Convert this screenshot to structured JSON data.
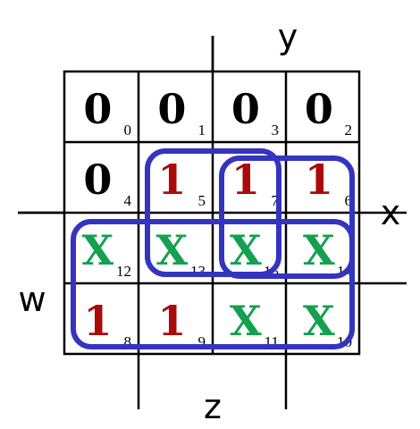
{
  "variables": {
    "top": "y",
    "right": "x",
    "left": "w",
    "bottom": "z"
  },
  "colors": {
    "zero": "#000000",
    "one": "#aa0a0a",
    "dont_care": "#14a050",
    "group": "#3434bf",
    "grid": "#000000"
  },
  "cells": [
    [
      {
        "value": "0",
        "index": "0",
        "kind": "zero"
      },
      {
        "value": "0",
        "index": "1",
        "kind": "zero"
      },
      {
        "value": "0",
        "index": "3",
        "kind": "zero"
      },
      {
        "value": "0",
        "index": "2",
        "kind": "zero"
      }
    ],
    [
      {
        "value": "0",
        "index": "4",
        "kind": "zero"
      },
      {
        "value": "1",
        "index": "5",
        "kind": "one"
      },
      {
        "value": "1",
        "index": "7",
        "kind": "one"
      },
      {
        "value": "1",
        "index": "6",
        "kind": "one"
      }
    ],
    [
      {
        "value": "X",
        "index": "12",
        "kind": "dont_care"
      },
      {
        "value": "X",
        "index": "13",
        "kind": "dont_care"
      },
      {
        "value": "X",
        "index": "15",
        "kind": "dont_care"
      },
      {
        "value": "X",
        "index": "14",
        "kind": "dont_care"
      }
    ],
    [
      {
        "value": "1",
        "index": "8",
        "kind": "one"
      },
      {
        "value": "1",
        "index": "9",
        "kind": "one"
      },
      {
        "value": "X",
        "index": "11",
        "kind": "dont_care"
      },
      {
        "value": "X",
        "index": "10",
        "kind": "dont_care"
      }
    ]
  ],
  "groups": [
    {
      "name": "group-w",
      "rows": [
        2,
        3
      ],
      "cols": [
        0,
        3
      ]
    },
    {
      "name": "group-z-x",
      "rows": [
        1,
        2
      ],
      "cols": [
        1,
        2
      ]
    },
    {
      "name": "group-y-x",
      "rows": [
        1,
        2
      ],
      "cols": [
        2,
        3
      ]
    }
  ]
}
